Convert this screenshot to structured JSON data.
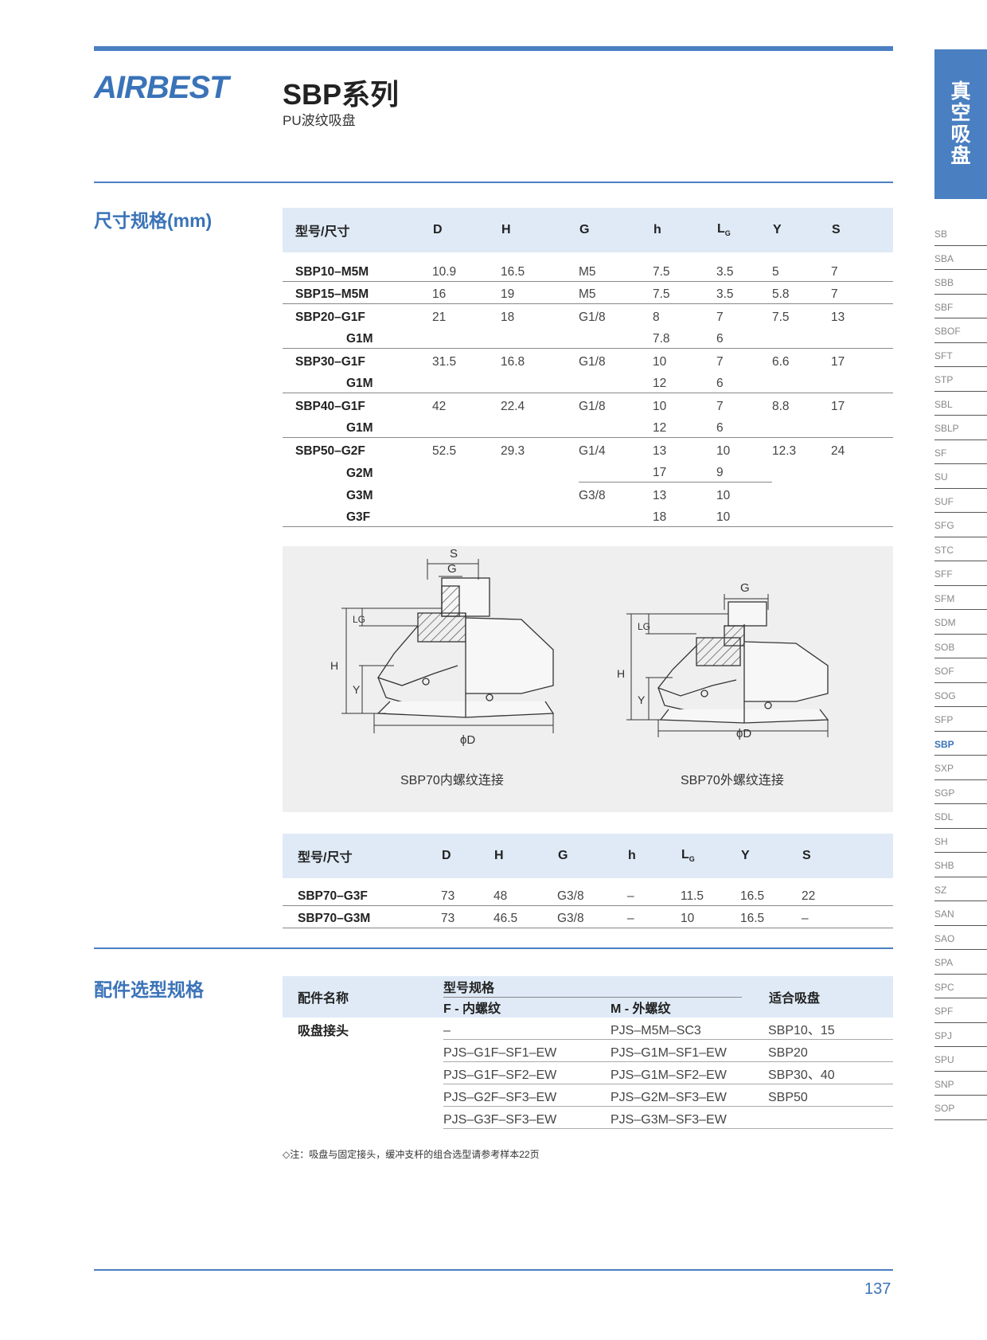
{
  "header": {
    "logo": "AIRBEST",
    "title": "SBP系列",
    "subtitle": "PU波纹吸盘"
  },
  "sidetab": [
    "真",
    "空",
    "吸",
    "盘"
  ],
  "sidenav": [
    "SB",
    "SBA",
    "SBB",
    "SBF",
    "SBOF",
    "SFT",
    "STP",
    "SBL",
    "SBLP",
    "SF",
    "SU",
    "SUF",
    "SFG",
    "STC",
    "SFF",
    "SFM",
    "SDM",
    "SOB",
    "SOF",
    "SOG",
    "SFP",
    "SBP",
    "SXP",
    "SGP",
    "SDL",
    "SH",
    "SHB",
    "SZ",
    "SAN",
    "SAO",
    "SPA",
    "SPC",
    "SPF",
    "SPJ",
    "SPU",
    "SNP",
    "SOP"
  ],
  "sidenav_active": "SBP",
  "section1_title": "尺寸规格(mm)",
  "table1": {
    "headers": [
      "型号/尺寸",
      "D",
      "H",
      "G",
      "h",
      "LG",
      "Y",
      "S"
    ],
    "rows": [
      [
        "SBP10–M5M",
        "10.9",
        "16.5",
        "M5",
        "7.5",
        "3.5",
        "5",
        "7"
      ],
      [
        "SBP15–M5M",
        "16",
        "19",
        "M5",
        "7.5",
        "3.5",
        "5.8",
        "7"
      ],
      [
        "SBP20–G1F",
        "21",
        "18",
        "G1/8",
        "8",
        "7",
        "7.5",
        "13"
      ],
      [
        "G1M",
        "",
        "",
        "",
        "7.8",
        "6",
        "",
        ""
      ],
      [
        "SBP30–G1F",
        "31.5",
        "16.8",
        "G1/8",
        "10",
        "7",
        "6.6",
        "17"
      ],
      [
        "G1M",
        "",
        "",
        "",
        "12",
        "6",
        "",
        ""
      ],
      [
        "SBP40–G1F",
        "42",
        "22.4",
        "G1/8",
        "10",
        "7",
        "8.8",
        "17"
      ],
      [
        "G1M",
        "",
        "",
        "",
        "12",
        "6",
        "",
        ""
      ],
      [
        "SBP50–G2F",
        "52.5",
        "29.3",
        "G1/4",
        "13",
        "10",
        "12.3",
        "24"
      ],
      [
        "G2M",
        "",
        "",
        "",
        "17",
        "9",
        "",
        ""
      ],
      [
        "G3M",
        "",
        "",
        "G3/8",
        "13",
        "10",
        "",
        ""
      ],
      [
        "G3F",
        "",
        "",
        "",
        "18",
        "10",
        "",
        ""
      ]
    ]
  },
  "diagram": {
    "caption_left": "SBP70内螺纹连接",
    "caption_right": "SBP70外螺纹连接",
    "labels": {
      "s": "S",
      "g": "G",
      "lg": "LG",
      "h": "H",
      "y": "Y",
      "d": "ϕD"
    }
  },
  "table2": {
    "headers": [
      "型号/尺寸",
      "D",
      "H",
      "G",
      "h",
      "LG",
      "Y",
      "S"
    ],
    "rows": [
      [
        "SBP70–G3F",
        "73",
        "48",
        "G3/8",
        "–",
        "11.5",
        "16.5",
        "22"
      ],
      [
        "SBP70–G3M",
        "73",
        "46.5",
        "G3/8",
        "–",
        "10",
        "16.5",
        "–"
      ]
    ]
  },
  "section2_title": "配件选型规格",
  "table3": {
    "col_name": "配件名称",
    "col_model": "型号规格",
    "col_f": "F - 内螺纹",
    "col_m": "M - 外螺纹",
    "col_fit": "适合吸盘",
    "item_name": "吸盘接头",
    "rows": [
      [
        "–",
        "PJS–M5M–SC3",
        "SBP10、15"
      ],
      [
        "PJS–G1F–SF1–EW",
        "PJS–G1M–SF1–EW",
        "SBP20"
      ],
      [
        "PJS–G1F–SF2–EW",
        "PJS–G1M–SF2–EW",
        "SBP30、40"
      ],
      [
        "PJS–G2F–SF3–EW",
        "PJS–G2M–SF3–EW",
        "SBP50"
      ],
      [
        "PJS–G3F–SF3–EW",
        "PJS–G3M–SF3–EW",
        ""
      ]
    ]
  },
  "note": "◇注：吸盘与固定接头，缓冲支杆的组合选型请参考样本22页",
  "page_number": "137"
}
